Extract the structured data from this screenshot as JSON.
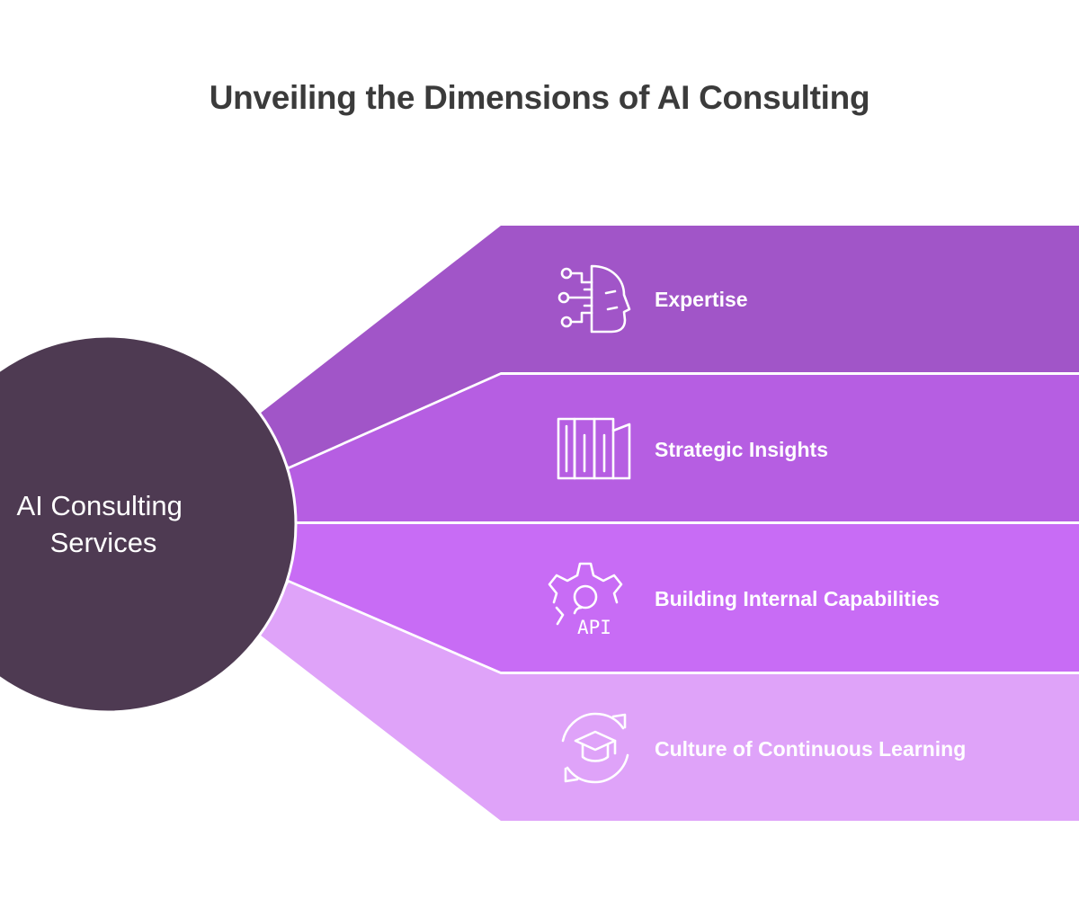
{
  "title": "Unveiling the Dimensions of AI Consulting",
  "hub": {
    "lines": [
      "AI Consulting",
      "Services"
    ],
    "color": "#4e3a52"
  },
  "bands": [
    {
      "label": "Expertise",
      "icon": "ai-head-circuit-icon",
      "color": "#a155c8"
    },
    {
      "label": "Strategic Insights",
      "icon": "library-books-icon",
      "color": "#b65ee2"
    },
    {
      "label": "Building Internal Capabilities",
      "icon": "api-gear-icon",
      "color": "#c86cf5"
    },
    {
      "label": "Culture of Continuous Learning",
      "icon": "learning-cycle-icon",
      "color": "#dfa3f9"
    }
  ],
  "icon_text": {
    "api": "API"
  }
}
